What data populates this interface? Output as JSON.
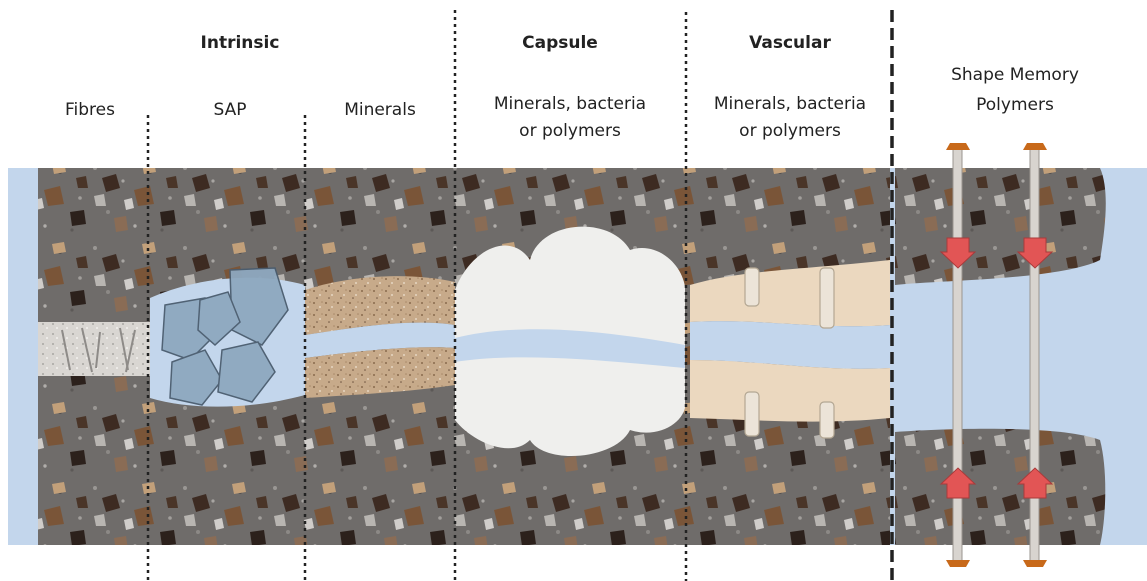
{
  "headings": {
    "intrinsic": "Intrinsic",
    "capsule": "Capsule",
    "vascular": "Vascular"
  },
  "columns": {
    "fibres": "Fibres",
    "sap": "SAP",
    "minerals": "Minerals",
    "capsule_line1": "Minerals, bacteria",
    "capsule_line2": "or polymers",
    "vascular_line1": "Minerals, bacteria",
    "vascular_line2": "or polymers",
    "smp_line1": "Shape Memory",
    "smp_line2": "Polymers"
  },
  "colors": {
    "concrete": "#6e6b69",
    "crack": "#c3d6ec",
    "sap_particle": "#8ea8bf",
    "minerals_fill": "#c8ab8c",
    "capsule_fill": "#eeeeec",
    "vascular_fill": "#ead8c0",
    "arrow_red": "#e25555",
    "anchor_orange": "#c8691a"
  }
}
